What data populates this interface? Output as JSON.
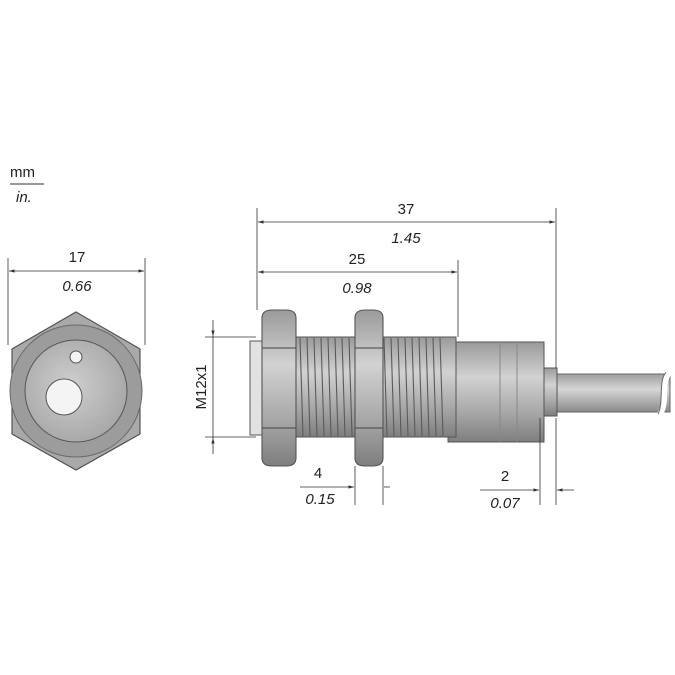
{
  "units": {
    "primary": "mm",
    "secondary": "in."
  },
  "front_view": {
    "across_flats": {
      "mm": "17",
      "in": "0.66"
    }
  },
  "side_view": {
    "overall_length": {
      "mm": "37",
      "in": "1.45"
    },
    "thread_length": {
      "mm": "25",
      "in": "0.98"
    },
    "thread_size": "M12x1",
    "nut_thickness": {
      "mm": "4",
      "in": "0.15"
    },
    "cable_gland": {
      "mm": "2",
      "in": "0.07"
    }
  },
  "colors": {
    "body": "#b5b5b5",
    "body_dark": "#8c8c8c",
    "outline": "#444444",
    "line": "#333333"
  }
}
